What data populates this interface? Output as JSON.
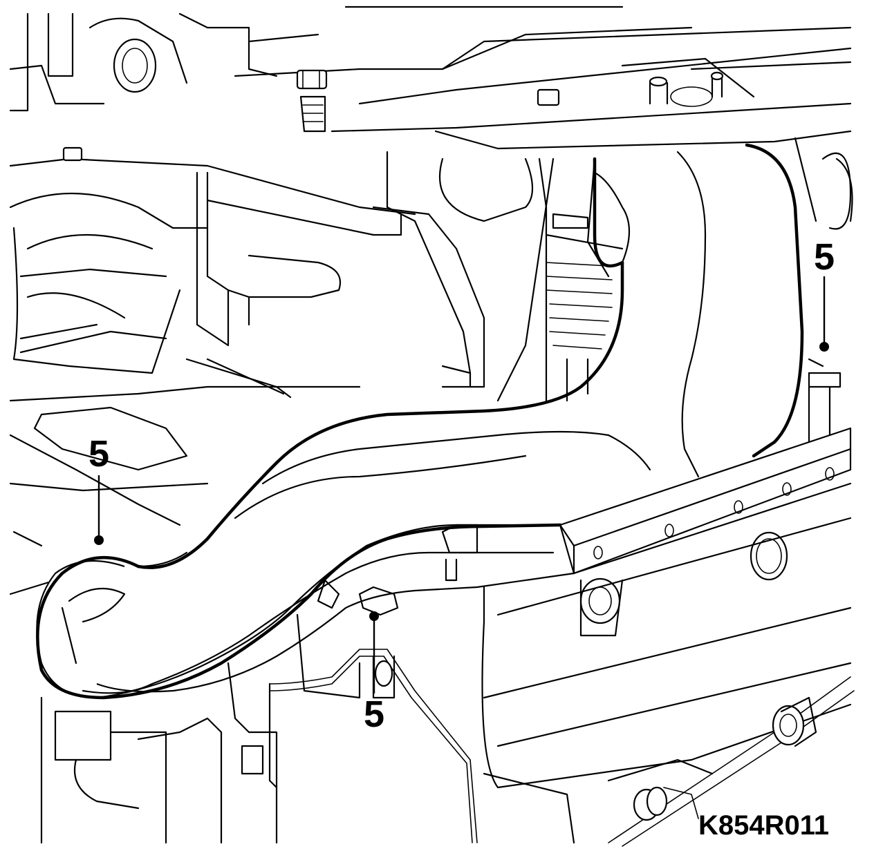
{
  "diagram": {
    "callouts": [
      {
        "id": "left",
        "label": "5"
      },
      {
        "id": "right",
        "label": "5"
      },
      {
        "id": "center",
        "label": "5"
      }
    ],
    "figure_code": "K854R011"
  }
}
